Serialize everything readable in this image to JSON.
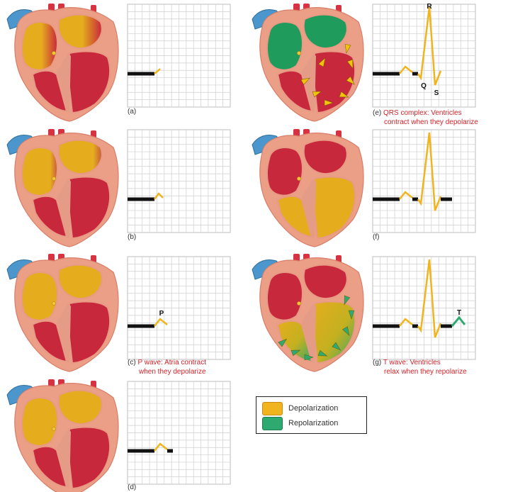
{
  "colors": {
    "depolarization": "#f0b41e",
    "repolarization": "#2eaa70",
    "heart_red": "#c8283c",
    "heart_wall": "#eb9f87",
    "vessel_blue": "#4a96cd",
    "vessel_red": "#d73241",
    "grid": "#cfcfcf",
    "baseline": "#111111",
    "caption_red": "#d2232a"
  },
  "panels": [
    {
      "id": "a",
      "letter": "(a)",
      "caption": "",
      "wave_stage": 1,
      "atria": "partial",
      "ventricles": "red",
      "arrows": "none"
    },
    {
      "id": "b",
      "letter": "(b)",
      "caption": "",
      "wave_stage": 2,
      "atria": "partial-more",
      "ventricles": "red",
      "arrows": "none"
    },
    {
      "id": "c",
      "letter": "(c)",
      "caption": "P wave: Atria contract when they depolarize",
      "caption_line1": "P wave: Atria contract",
      "caption_line2": "when they depolarize",
      "wave_stage": 3,
      "peak_label": "P",
      "atria": "yellow",
      "ventricles": "red",
      "arrows": "none"
    },
    {
      "id": "d",
      "letter": "(d)",
      "caption": "",
      "wave_stage": 4,
      "atria": "yellow",
      "ventricles": "red",
      "arrows": "none"
    },
    {
      "id": "e",
      "letter": "(e)",
      "caption": "QRS complex: Ventricles contract when they depolarize",
      "caption_line1": "QRS complex: Ventricles",
      "caption_line2": "contract when they depolarize",
      "wave_stage": 5,
      "qrs_labels": [
        "R",
        "Q",
        "S"
      ],
      "atria": "green",
      "ventricles": "red",
      "arrows": "yellow"
    },
    {
      "id": "f",
      "letter": "(f)",
      "caption": "",
      "wave_stage": 6,
      "atria": "red",
      "ventricles": "yellow",
      "arrows": "none"
    },
    {
      "id": "g",
      "letter": "(g)",
      "caption": "T wave: Ventricles relax when they repolarize",
      "caption_line1": "T wave: Ventricles",
      "caption_line2": "relax when they repolarize",
      "wave_stage": 7,
      "peak_label": "T",
      "atria": "red",
      "ventricles": "yellow-green",
      "arrows": "green"
    }
  ],
  "legend": [
    {
      "label": "Depolarization",
      "color_key": "depolarization"
    },
    {
      "label": "Repolarization",
      "color_key": "repolarization"
    }
  ]
}
